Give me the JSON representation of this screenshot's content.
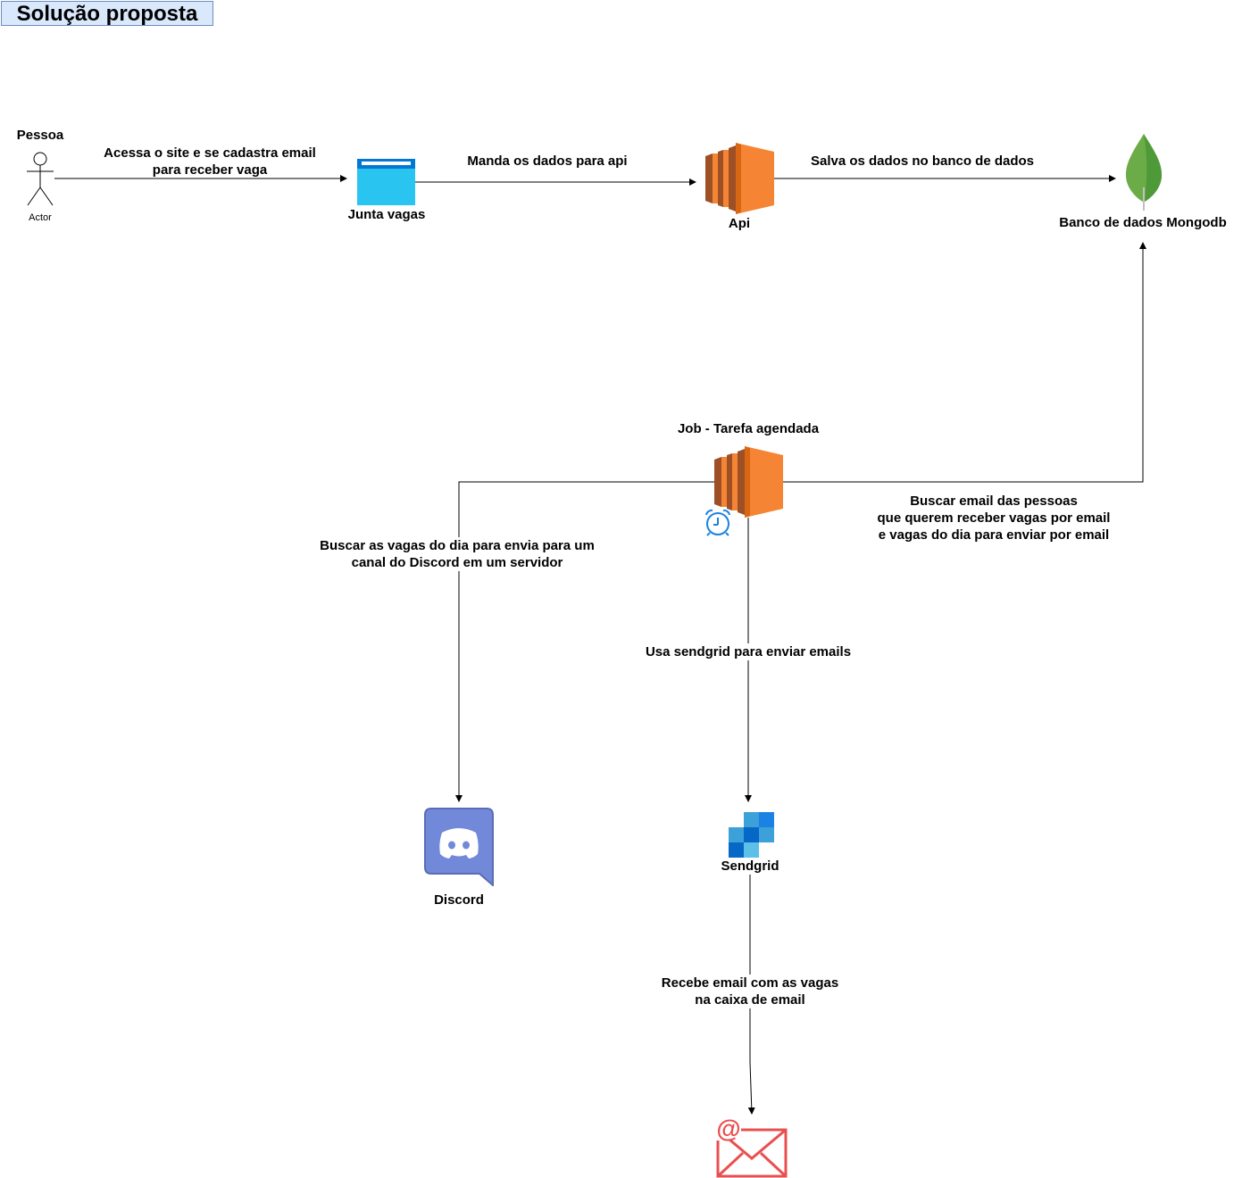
{
  "title": "Solução proposta",
  "nodes": {
    "pessoa": {
      "label": "Pessoa",
      "sublabel": "Actor",
      "icon": "actor-icon"
    },
    "junta_vagas": {
      "label": "Junta vagas",
      "icon": "browser-window-icon"
    },
    "api": {
      "label": "Api",
      "icon": "aws-ec2-icon"
    },
    "mongodb": {
      "label": "Banco de dados Mongodb",
      "icon": "mongodb-leaf-icon"
    },
    "job": {
      "label": "Job - Tarefa agendada",
      "icon": "aws-ec2-icon",
      "badge_icon": "alarm-clock-icon"
    },
    "discord": {
      "label": "Discord",
      "icon": "discord-icon"
    },
    "sendgrid": {
      "label": "Sendgrid",
      "icon": "sendgrid-icon"
    },
    "email": {
      "label": "",
      "icon": "email-icon"
    }
  },
  "edges": {
    "pessoa_to_site": "Acessa o site e se cadastra email\npara receber vaga",
    "site_to_api": "Manda os dados para api",
    "api_to_db": "Salva os dados no banco de dados",
    "job_to_db": "Buscar email das pessoas\nque querem receber vagas por email\ne vagas do dia para enviar por email",
    "job_to_discord": "Buscar as vagas do dia para envia para um\ncanal do Discord em um servidor",
    "job_to_sendgrid": "Usa sendgrid para enviar emails",
    "sendgrid_to_email": "Recebe email com as vagas\nna caixa de email"
  },
  "colors": {
    "aws_orange": "#f58534",
    "aws_dark": "#9d5025",
    "mongodb_green": "#6cac48",
    "discord": "#7289da",
    "sendgrid_blue": "#1a82e2",
    "email_red": "#ea4f4f",
    "browser_blue": "#29c5f0"
  }
}
